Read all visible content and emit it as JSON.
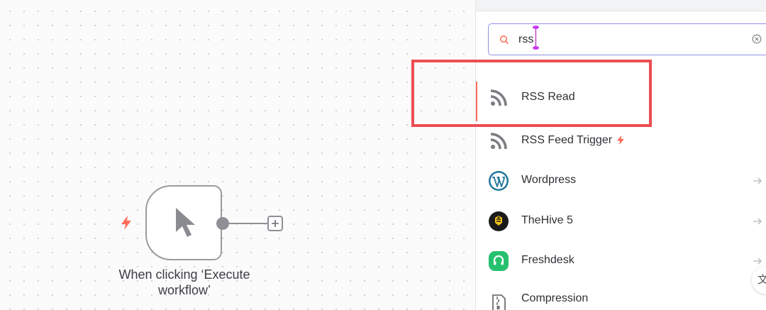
{
  "canvas": {
    "trigger_node": {
      "label": "When clicking ‘Execute workflow’",
      "icon": "cursor-icon",
      "badge_icon": "lightning-bolt-icon",
      "accent_color": "#ff6d5a"
    }
  },
  "node_panel": {
    "search": {
      "value": "rss",
      "icon": "search-icon",
      "clear_icon": "clear-circle-icon"
    },
    "results": [
      {
        "label": "RSS Read",
        "icon": "rss-icon",
        "trigger": false,
        "arrow": false,
        "active": true
      },
      {
        "label": "RSS Feed Trigger",
        "icon": "rss-icon",
        "trigger": true,
        "arrow": false,
        "active": false
      },
      {
        "label": "Wordpress",
        "icon": "wordpress-icon",
        "trigger": false,
        "arrow": true,
        "active": false
      },
      {
        "label": "TheHive 5",
        "icon": "thehive-icon",
        "trigger": false,
        "arrow": true,
        "active": false
      },
      {
        "label": "Freshdesk",
        "icon": "freshdesk-icon",
        "trigger": false,
        "arrow": true,
        "active": false
      },
      {
        "label": "Compression",
        "icon": "compression-icon",
        "trigger": false,
        "arrow": false,
        "active": false
      }
    ],
    "side_widget_glyph": "文"
  },
  "colors": {
    "accent": "#ff6d5a",
    "highlight": "#ec4d52",
    "search_focus": "#8f8fe8",
    "wordpress": "#21759b",
    "thehive": "#1a1a1a",
    "freshdesk": "#25c16f"
  }
}
